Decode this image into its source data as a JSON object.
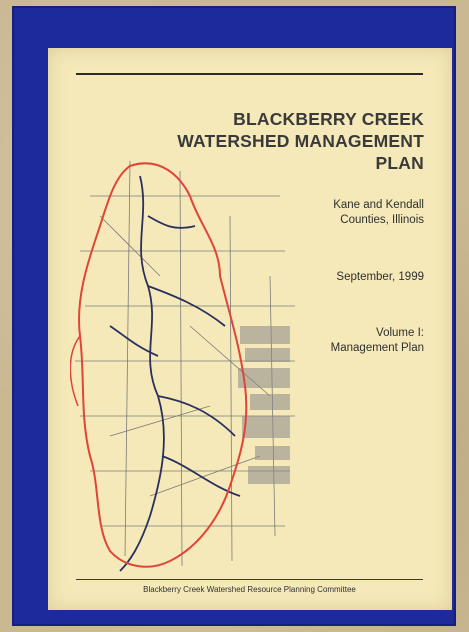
{
  "cover": {
    "title_lines": [
      "BLACKBERRY CREEK",
      "WATERSHED MANAGEMENT",
      "PLAN"
    ],
    "counties_lines": [
      "Kane and Kendall",
      "Counties, Illinois"
    ],
    "date": "September, 1999",
    "volume_lines": [
      "Volume I:",
      "Management Plan"
    ],
    "footer": "Blackberry Creek Watershed Resource Planning Committee"
  },
  "colors": {
    "frame": "#1d2a9c",
    "cover": "#f5e9b9",
    "boundary": "#e0453a",
    "streams": "#2a2f5e",
    "roads": "#6b6b6b"
  },
  "map": {
    "icon": "watershed-map-graphic"
  }
}
